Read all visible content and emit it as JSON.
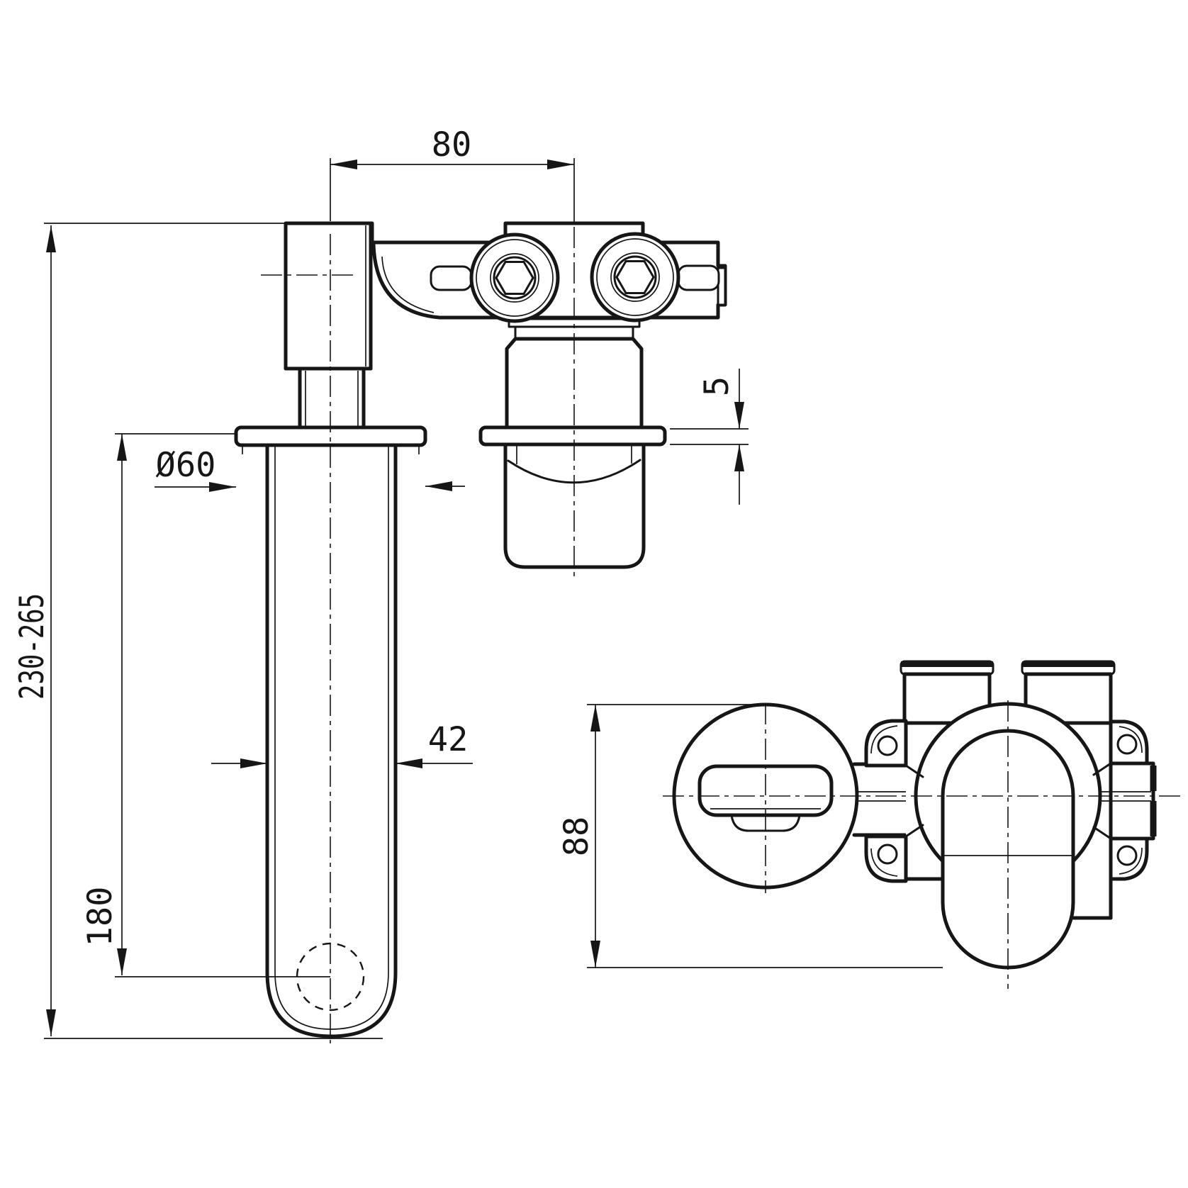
{
  "drawing": {
    "colors": {
      "ink": "#161616",
      "background": "#ffffff"
    },
    "dimensions": {
      "spout_projection": "80",
      "mounting_height_range": "230-265",
      "spout_length": "180",
      "escutcheon_diameter": "Ø60",
      "spout_tube_diameter": "42",
      "escutcheon_thickness": "5",
      "valve_height": "88"
    }
  }
}
